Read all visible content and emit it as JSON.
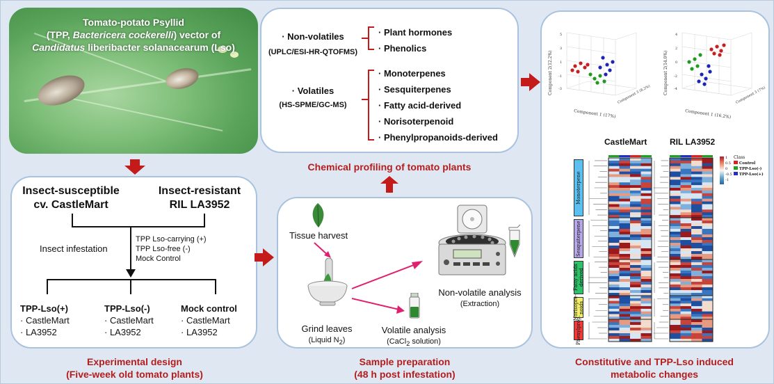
{
  "photo": {
    "title_line1": "Tomato-potato Psyllid",
    "title_line2_a": "(TPP, ",
    "title_line2_b": "Bactericera cockerelli",
    "title_line2_c": ") vector of",
    "title_line3_a": "Candidatus",
    "title_line3_b": " liberibacter solanacearum (Lso)"
  },
  "design": {
    "left_title_1": "Insect-susceptible",
    "left_title_2": "cv. CastleMart",
    "right_title_1": "Insect-resistant",
    "right_title_2": "RIL LA3952",
    "infestation": "Insect infestation",
    "treat1": "TPP Lso-carrying (+)",
    "treat2": "TPP Lso-free (-)",
    "treat3": "Mock Control",
    "groups": [
      {
        "title": "TPP-Lso(+)",
        "items": [
          "· CastleMart",
          "· LA3952"
        ]
      },
      {
        "title": "TPP-Lso(-)",
        "items": [
          "· CastleMart",
          "· LA3952"
        ]
      },
      {
        "title": "Mock control",
        "items": [
          "· CastleMart",
          "· LA3952"
        ]
      }
    ],
    "caption_1": "Experimental design",
    "caption_2": "(Five-week old tomato plants)"
  },
  "profiling": {
    "nonvol_label": "· Non-volatiles",
    "nonvol_method": "(UPLC/ESI-HR-QTOFMS)",
    "nonvol_items": [
      "· Plant hormones",
      "· Phenolics"
    ],
    "vol_label": "· Volatiles",
    "vol_method": "(HS-SPME/GC-MS)",
    "vol_items": [
      "· Monoterpenes",
      "· Sesquiterpenes",
      "· Fatty acid-derived",
      "· Norisoterpenoid",
      "· Phenylpropanoids-derived"
    ],
    "caption": "Chemical profiling of tomato plants"
  },
  "sample": {
    "tissue": "Tissue harvest",
    "grind": "Grind leaves",
    "grind_sub_a": "(Liquid N",
    "grind_sub_sub": "2",
    "grind_sub_b": ")",
    "volatile": "Volatile analysis",
    "volatile_sub_a": "(CaCl",
    "volatile_sub_sub": "2",
    "volatile_sub_b": " solution)",
    "nonvolatile": "Non-volatile analysis",
    "nonvolatile_sub": "(Extraction)",
    "caption_1": "Sample preparation",
    "caption_2": "(48 h post infestation)"
  },
  "metabolic": {
    "pca_left_ylabel": "Component 2(12.2%)",
    "pca_left_xlabel": "Component 1 (17%)",
    "pca_left_zlabel": "Component 3 (8.2%)",
    "pca_right_ylabel": "Component 2(14.0%)",
    "pca_right_xlabel": "Component 1 (16.2%)",
    "pca_right_zlabel": "Component 3 (7%)",
    "label_left": "CastleMart",
    "label_right": "RIL LA3952",
    "legend_title": "Class",
    "legend_items": [
      "Control",
      "TPP-Lso(-)",
      "TPP-Lso(+)"
    ],
    "legend_colors": [
      "#e01f1f",
      "#1fa31f",
      "#1f2fc8"
    ],
    "scale_ticks": [
      "1",
      "0.5",
      "0",
      "-0.5",
      "-1"
    ],
    "classes": [
      "Monoterpene",
      "Sesquiterpene",
      "Fatty acids derived",
      "Norisopre-noids",
      "Phenylprop."
    ],
    "class_colors": [
      "#5bc0ef",
      "#b7a7e6",
      "#2fc06a",
      "#f2ef6b",
      "#ef3a3a"
    ],
    "caption_1": "Constitutive and TPP-Lso induced",
    "caption_2": "metabolic changes"
  },
  "colors": {
    "panel_border": "#a9c2dd",
    "caption_red": "#b51d1d",
    "arrow_red": "#c41a1a",
    "pink_arrow": "#e0206f"
  }
}
